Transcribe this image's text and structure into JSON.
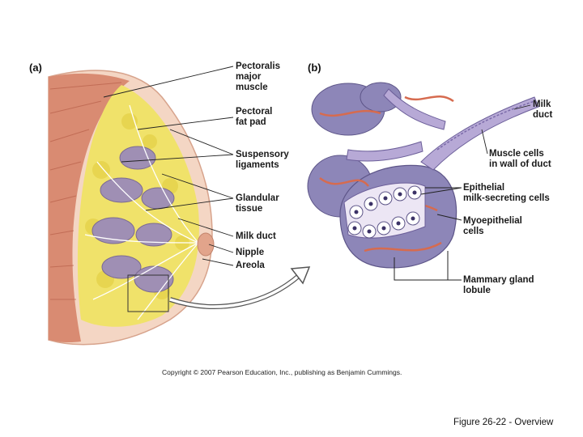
{
  "figure": {
    "panel_a": "(a)",
    "panel_b": "(b)",
    "labels_a": [
      "Pectoralis\nmajor\nmuscle",
      "Pectoral\nfat pad",
      "Suspensory\nligaments",
      "Glandular\ntissue",
      "Milk duct",
      "Nipple",
      "Areola"
    ],
    "labels_b": [
      "Milk\nduct",
      "Muscle cells\nin wall of duct",
      "Epithelial\nmilk-secreting cells",
      "Myoepithelial\ncells",
      "Mammary gland\nlobule"
    ],
    "copyright": "Copyright © 2007 Pearson Education, Inc., publishing as Benjamin Cummings.",
    "caption": "Figure 26-22 - Overview"
  },
  "colors": {
    "muscle": "#d98b72",
    "fat": "#f0e26a",
    "gland": "#9f8fb4",
    "skin": "#f4d6c4",
    "vessel": "#d66b4f",
    "leader": "#222222"
  }
}
